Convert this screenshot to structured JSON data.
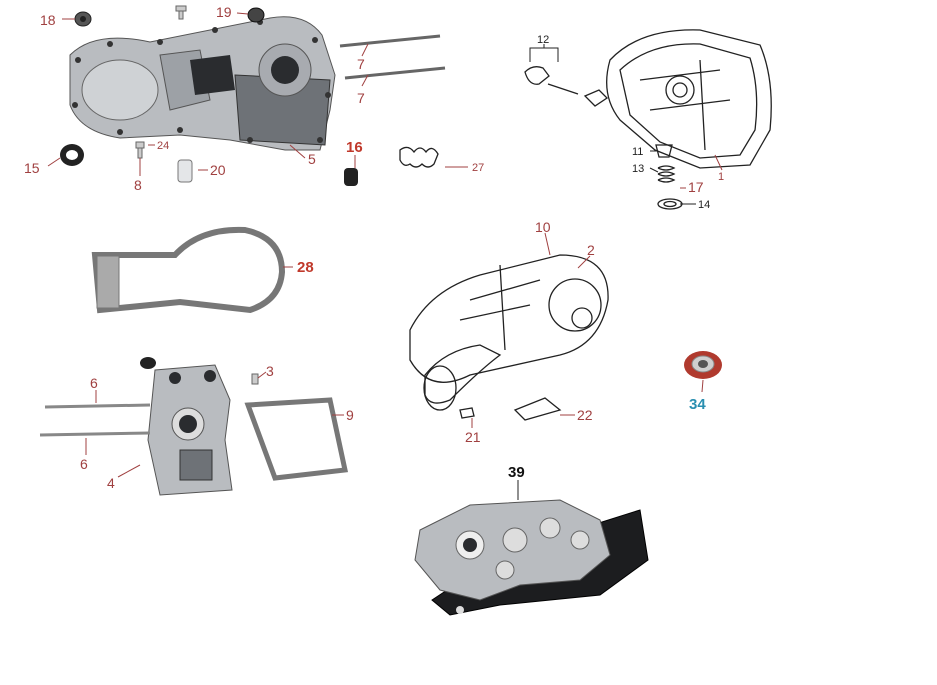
{
  "labels": {
    "p1": "1",
    "p2": "2",
    "p3": "3",
    "p4": "4",
    "p5": "5",
    "p6a": "6",
    "p6b": "6",
    "p7a": "7",
    "p7b": "7",
    "p8": "8",
    "p9": "9",
    "p10": "10",
    "p11": "11",
    "p12": "12",
    "p13": "13",
    "p14": "14",
    "p15": "15",
    "p16": "16",
    "p17": "17",
    "p18": "18",
    "p19": "19",
    "p20": "20",
    "p21": "21",
    "p22": "22",
    "p24": "24",
    "p27": "27",
    "p28": "28",
    "p34": "34",
    "p39": "39"
  },
  "colors": {
    "label_default": "#a04040",
    "label_highlight": "#c0392b",
    "label_34": "#2a8fb0",
    "label_39": "#111111",
    "bearing": "#b03a2e"
  }
}
